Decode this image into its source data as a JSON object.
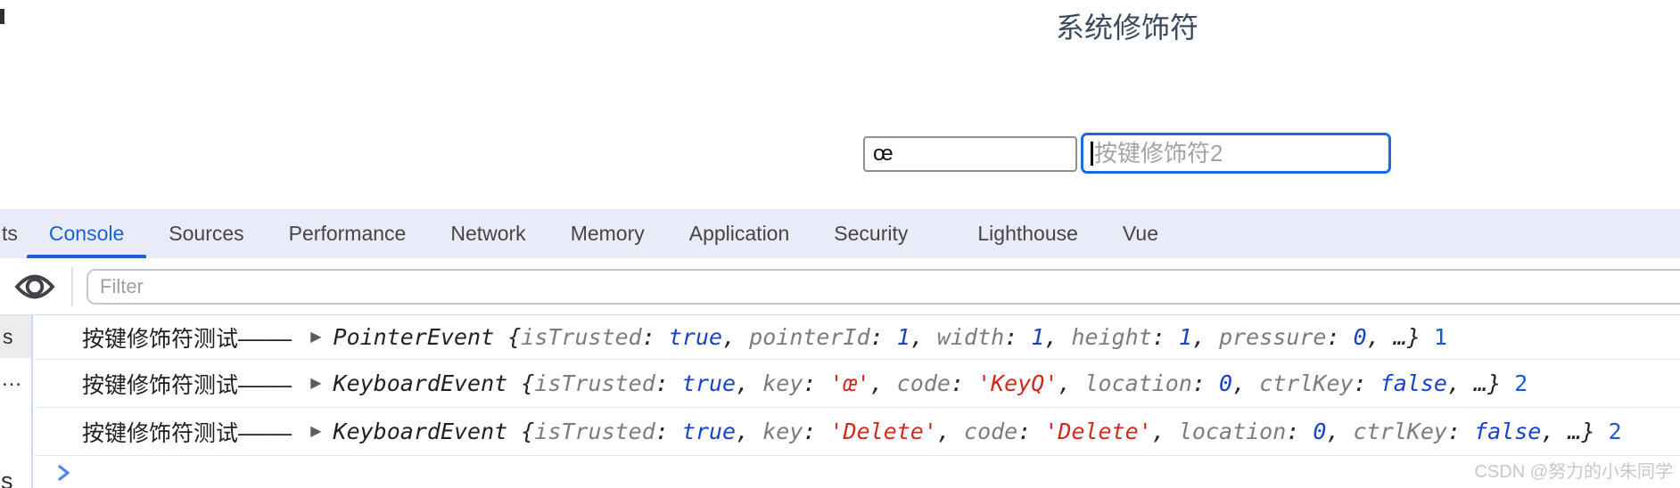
{
  "page": {
    "title": "系统修饰符",
    "input1_value": "œ",
    "input2_placeholder": "按键修饰符2"
  },
  "devtools": {
    "tabs": [
      {
        "label": "ts",
        "active": false,
        "partial": true
      },
      {
        "label": "Console",
        "active": true
      },
      {
        "label": "Sources",
        "active": false
      },
      {
        "label": "Performance",
        "active": false
      },
      {
        "label": "Network",
        "active": false
      },
      {
        "label": "Memory",
        "active": false
      },
      {
        "label": "Application",
        "active": false
      },
      {
        "label": "Security",
        "active": false
      },
      {
        "label": "Lighthouse",
        "active": false,
        "extra_gap": true
      },
      {
        "label": "Vue",
        "active": false
      }
    ],
    "toolbar": {
      "eye_icon": "live-expression-eye-icon",
      "filter_placeholder": "Filter"
    },
    "sidebar_fragments": [
      "s",
      "…",
      "s"
    ],
    "console": {
      "rows": [
        {
          "parts": [
            {
              "t": "按键修饰符测试————",
              "s": "label"
            },
            {
              "t": "▶",
              "s": "arrow"
            },
            {
              "t": "PointerEvent ",
              "s": "event"
            },
            {
              "t": "{",
              "s": "punct"
            },
            {
              "t": "isTrusted",
              "s": "prop"
            },
            {
              "t": ": ",
              "s": "punct"
            },
            {
              "t": "true",
              "s": "val"
            },
            {
              "t": ", ",
              "s": "punct"
            },
            {
              "t": "pointerId",
              "s": "prop"
            },
            {
              "t": ": ",
              "s": "punct"
            },
            {
              "t": "1",
              "s": "val"
            },
            {
              "t": ", ",
              "s": "punct"
            },
            {
              "t": "width",
              "s": "prop"
            },
            {
              "t": ": ",
              "s": "punct"
            },
            {
              "t": "1",
              "s": "val"
            },
            {
              "t": ", ",
              "s": "punct"
            },
            {
              "t": "height",
              "s": "prop"
            },
            {
              "t": ": ",
              "s": "punct"
            },
            {
              "t": "1",
              "s": "val"
            },
            {
              "t": ", ",
              "s": "punct"
            },
            {
              "t": "pressure",
              "s": "prop"
            },
            {
              "t": ": ",
              "s": "punct"
            },
            {
              "t": "0",
              "s": "val"
            },
            {
              "t": ", ",
              "s": "punct"
            },
            {
              "t": "…}",
              "s": "punct"
            },
            {
              "t": " 1",
              "s": "count"
            }
          ]
        },
        {
          "parts": [
            {
              "t": "按键修饰符测试————",
              "s": "label"
            },
            {
              "t": "▶",
              "s": "arrow"
            },
            {
              "t": "KeyboardEvent ",
              "s": "event"
            },
            {
              "t": "{",
              "s": "punct"
            },
            {
              "t": "isTrusted",
              "s": "prop"
            },
            {
              "t": ": ",
              "s": "punct"
            },
            {
              "t": "true",
              "s": "val"
            },
            {
              "t": ", ",
              "s": "punct"
            },
            {
              "t": "key",
              "s": "prop"
            },
            {
              "t": ": ",
              "s": "punct"
            },
            {
              "t": "'œ'",
              "s": "str"
            },
            {
              "t": ", ",
              "s": "punct"
            },
            {
              "t": "code",
              "s": "prop"
            },
            {
              "t": ": ",
              "s": "punct"
            },
            {
              "t": "'KeyQ'",
              "s": "str"
            },
            {
              "t": ", ",
              "s": "punct"
            },
            {
              "t": "location",
              "s": "prop"
            },
            {
              "t": ": ",
              "s": "punct"
            },
            {
              "t": "0",
              "s": "val"
            },
            {
              "t": ", ",
              "s": "punct"
            },
            {
              "t": "ctrlKey",
              "s": "prop"
            },
            {
              "t": ": ",
              "s": "punct"
            },
            {
              "t": "false",
              "s": "val"
            },
            {
              "t": ", ",
              "s": "punct"
            },
            {
              "t": "…}",
              "s": "punct"
            },
            {
              "t": " 2",
              "s": "count"
            }
          ]
        },
        {
          "parts": [
            {
              "t": "按键修饰符测试————",
              "s": "label"
            },
            {
              "t": "▶",
              "s": "arrow"
            },
            {
              "t": "KeyboardEvent ",
              "s": "event"
            },
            {
              "t": "{",
              "s": "punct"
            },
            {
              "t": "isTrusted",
              "s": "prop"
            },
            {
              "t": ": ",
              "s": "punct"
            },
            {
              "t": "true",
              "s": "val"
            },
            {
              "t": ", ",
              "s": "punct"
            },
            {
              "t": "key",
              "s": "prop"
            },
            {
              "t": ": ",
              "s": "punct"
            },
            {
              "t": "'Delete'",
              "s": "str"
            },
            {
              "t": ", ",
              "s": "punct"
            },
            {
              "t": "code",
              "s": "prop"
            },
            {
              "t": ": ",
              "s": "punct"
            },
            {
              "t": "'Delete'",
              "s": "str"
            },
            {
              "t": ", ",
              "s": "punct"
            },
            {
              "t": "location",
              "s": "prop"
            },
            {
              "t": ": ",
              "s": "punct"
            },
            {
              "t": "0",
              "s": "val"
            },
            {
              "t": ", ",
              "s": "punct"
            },
            {
              "t": "ctrlKey",
              "s": "prop"
            },
            {
              "t": ": ",
              "s": "punct"
            },
            {
              "t": "false",
              "s": "val"
            },
            {
              "t": ", ",
              "s": "punct"
            },
            {
              "t": "…}",
              "s": "punct"
            },
            {
              "t": " 2",
              "s": "count"
            }
          ]
        }
      ]
    }
  },
  "watermark": "CSDN @努力的小朱同学",
  "colors": {
    "accent_blue": "#1762d8",
    "focus_ring": "#1b6be2",
    "value_blue": "#1843c8",
    "string_red": "#d2281e",
    "prop_gray": "#7c7c7c",
    "tabbar_bg": "#e9ecf8",
    "row_divider": "#dce5f5",
    "title_slate": "#3a4a5e"
  }
}
